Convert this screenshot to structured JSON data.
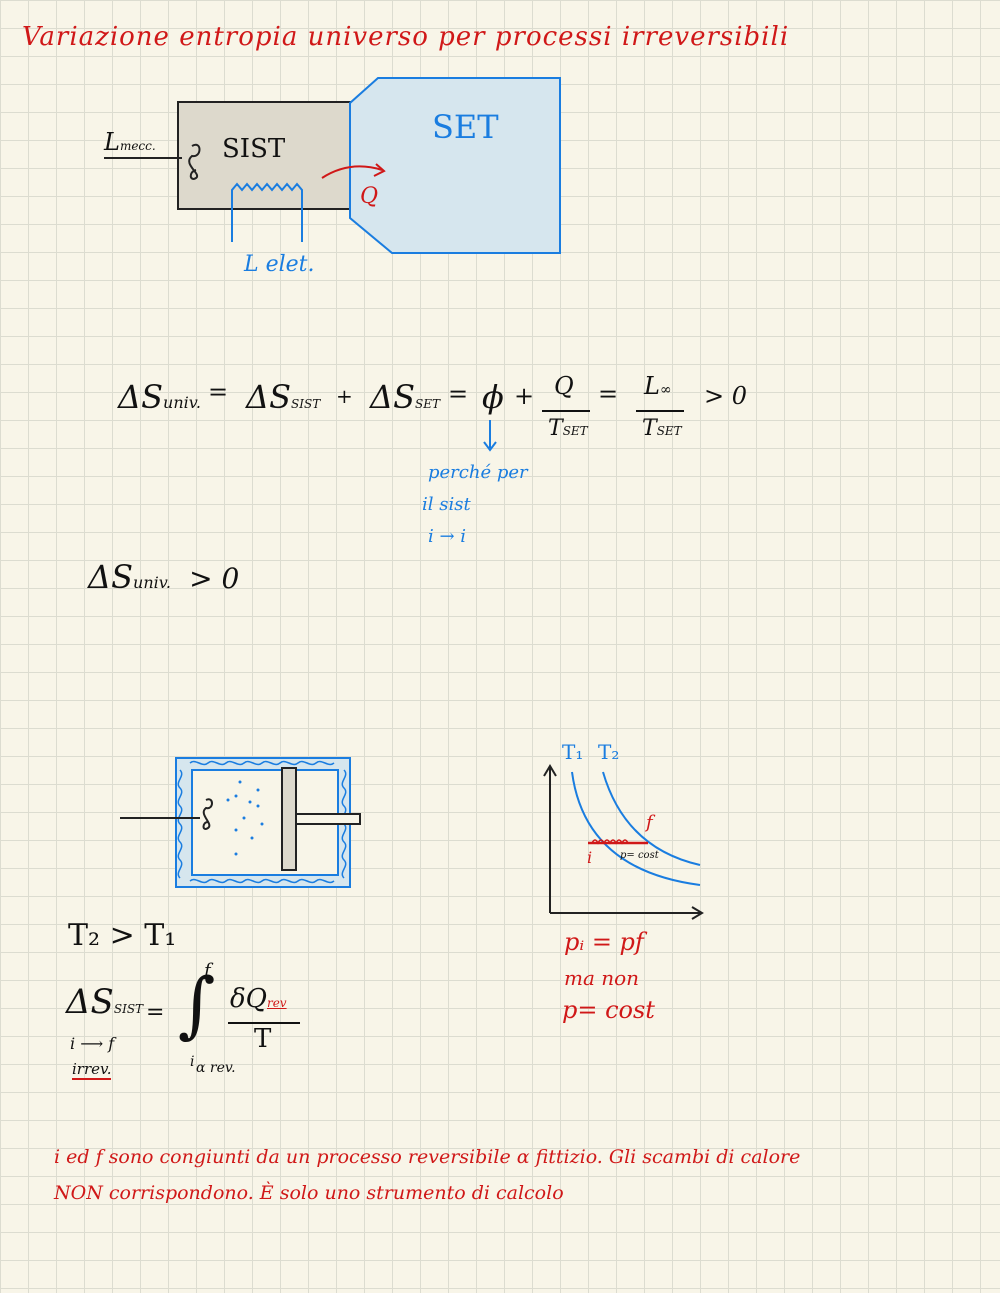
{
  "title": "Variazione entropia universo per processi irreversibili",
  "diagram1": {
    "sist_label": "SIST",
    "set_label": "SET",
    "heat_label": "Q",
    "lmecc": "L",
    "lmecc_sub": "mecc.",
    "lelet": "L elet."
  },
  "equation1": {
    "ds_univ": "ΔS",
    "ds_univ_sub": "univ.",
    "eq": "=",
    "ds_sist": "ΔS",
    "ds_sist_sub": "SIST",
    "plus": "+",
    "ds_set": "ΔS",
    "ds_set_sub": "SET",
    "eq2": "=",
    "zero": "ϕ",
    "plus2": "+",
    "q": "Q",
    "tset": "T",
    "tset_sub": "SET",
    "eq3": "=",
    "l": "L",
    "l_sub": "∞",
    "tset2": "T",
    "tset2_sub": "SET",
    "gt": "> 0",
    "note_line1": "perché per",
    "note_line2": "il sist",
    "note_line3": "i → i"
  },
  "result": {
    "ds": "ΔS",
    "ds_sub": "univ.",
    "gt": "> 0"
  },
  "section2": {
    "t_relation": "T₂ > T₁",
    "ds": "ΔS",
    "ds_sub": "SIST",
    "eq": "=",
    "under1": "i ⟶ f",
    "under2": "irrev.",
    "int_upper": "f",
    "int_lower": "i",
    "int_lower_note": "α rev.",
    "dq": "δQ",
    "dq_sub": "rev",
    "t": "T"
  },
  "graph": {
    "t1": "T₁",
    "t2": "T₂",
    "f_point": "f",
    "i_point": "i",
    "p_label": "p= cost",
    "pi_pf": "pᵢ = pf",
    "ma_non": "ma non",
    "p_cost": "p= cost"
  },
  "footer": {
    "line1": "i ed f sono congiunti da un processo reversibile α fittizio. Gli scambi di calore",
    "line2": "NON corrispondono. È solo uno strumento di calcolo"
  }
}
